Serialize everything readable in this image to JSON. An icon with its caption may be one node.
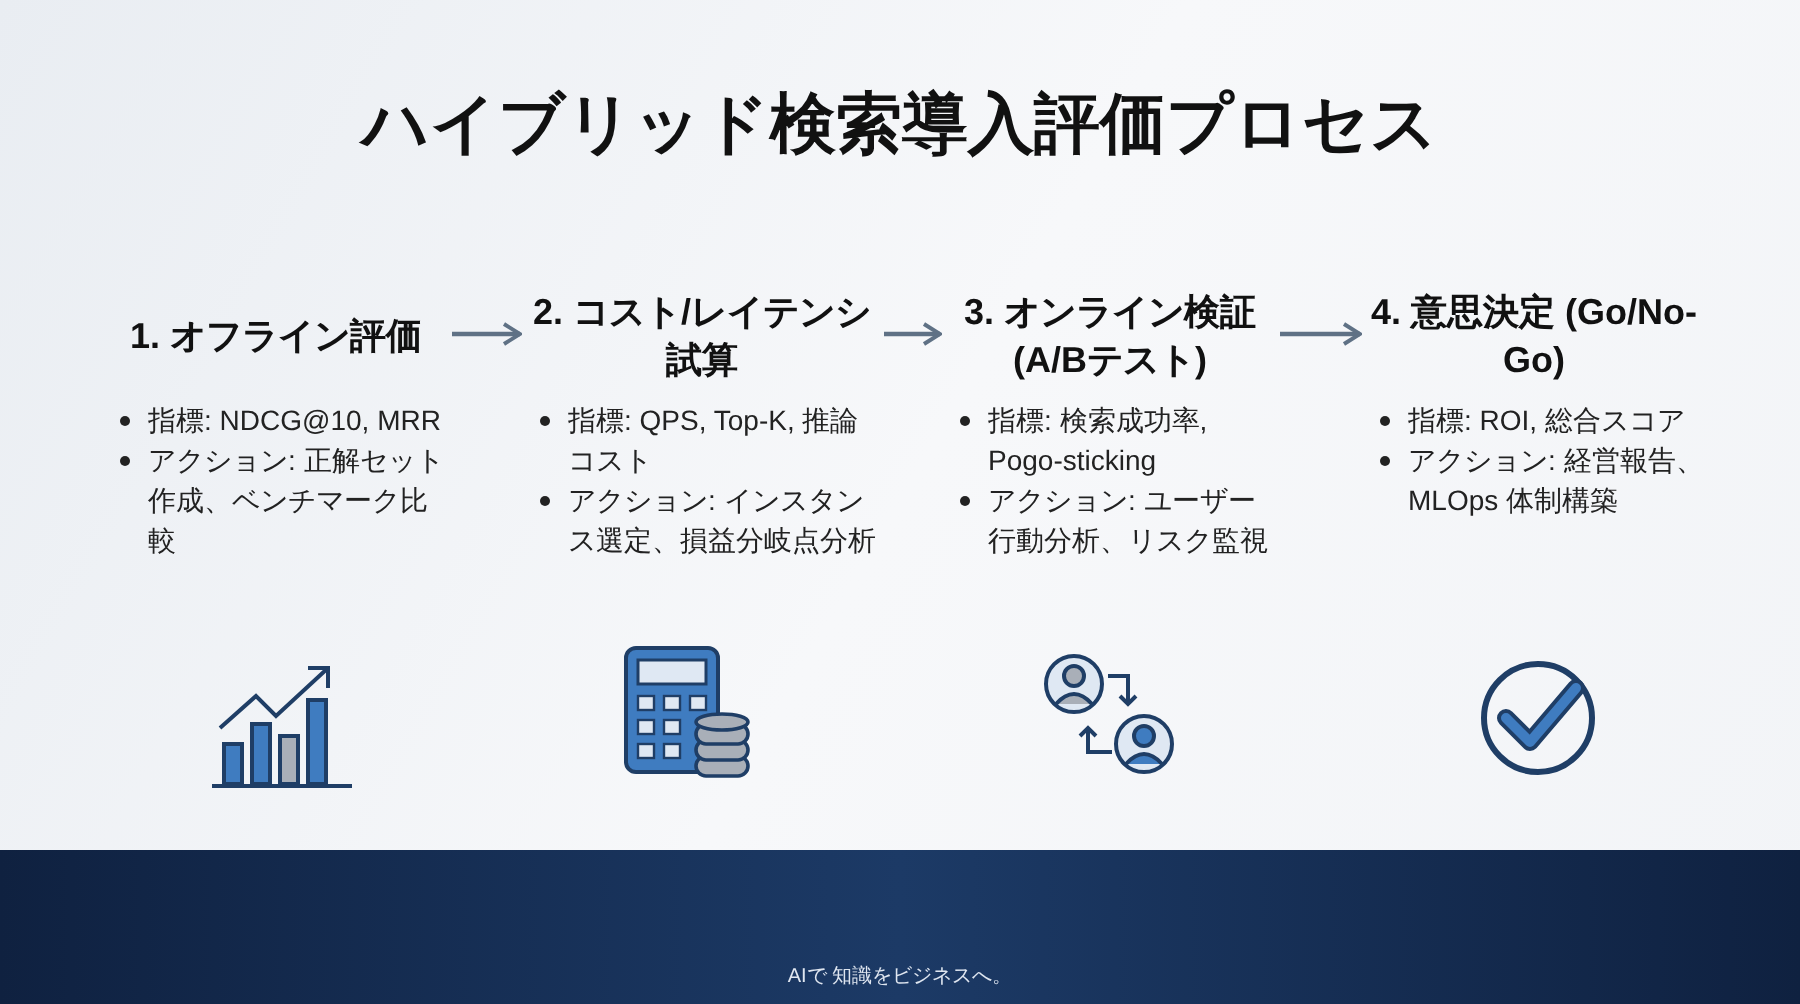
{
  "diagram": {
    "title": "ハイブリッド検索導入評価プロセス",
    "nodes": [
      {
        "text": [
          "1. オフライン評価",
          "指標: NDCG@10, MRR",
          "アクション: 正解セット作成、ベンチマーク比較"
        ]
      },
      {
        "text": [
          "2. コスト/レイテンシ試算",
          "指標: QPS, Top-K, 推論コスト",
          "アクション: インスタンス選定、損益分岐点分析"
        ]
      },
      {
        "text": [
          "3. オンライン検証 (A/Bテスト)",
          "指標: 検索成功率, Pogo-sticking",
          "アクション: ユーザー行動分析、リスク監視"
        ]
      },
      {
        "text": [
          "4. 意思決定 (Go/No-Go)",
          "指標: ROI, 総合スコア",
          "アクション: 経営報告、MLOps 体制構築"
        ]
      }
    ],
    "edges": [
      {
        "from": 0,
        "to": 1,
        "arrow": "to"
      },
      {
        "from": 1,
        "to": 2,
        "arrow": "to"
      },
      {
        "from": 2,
        "to": 3,
        "arrow": "to"
      }
    ],
    "labels": [
      "AIで 知識をビジネスへ。"
    ]
  }
}
